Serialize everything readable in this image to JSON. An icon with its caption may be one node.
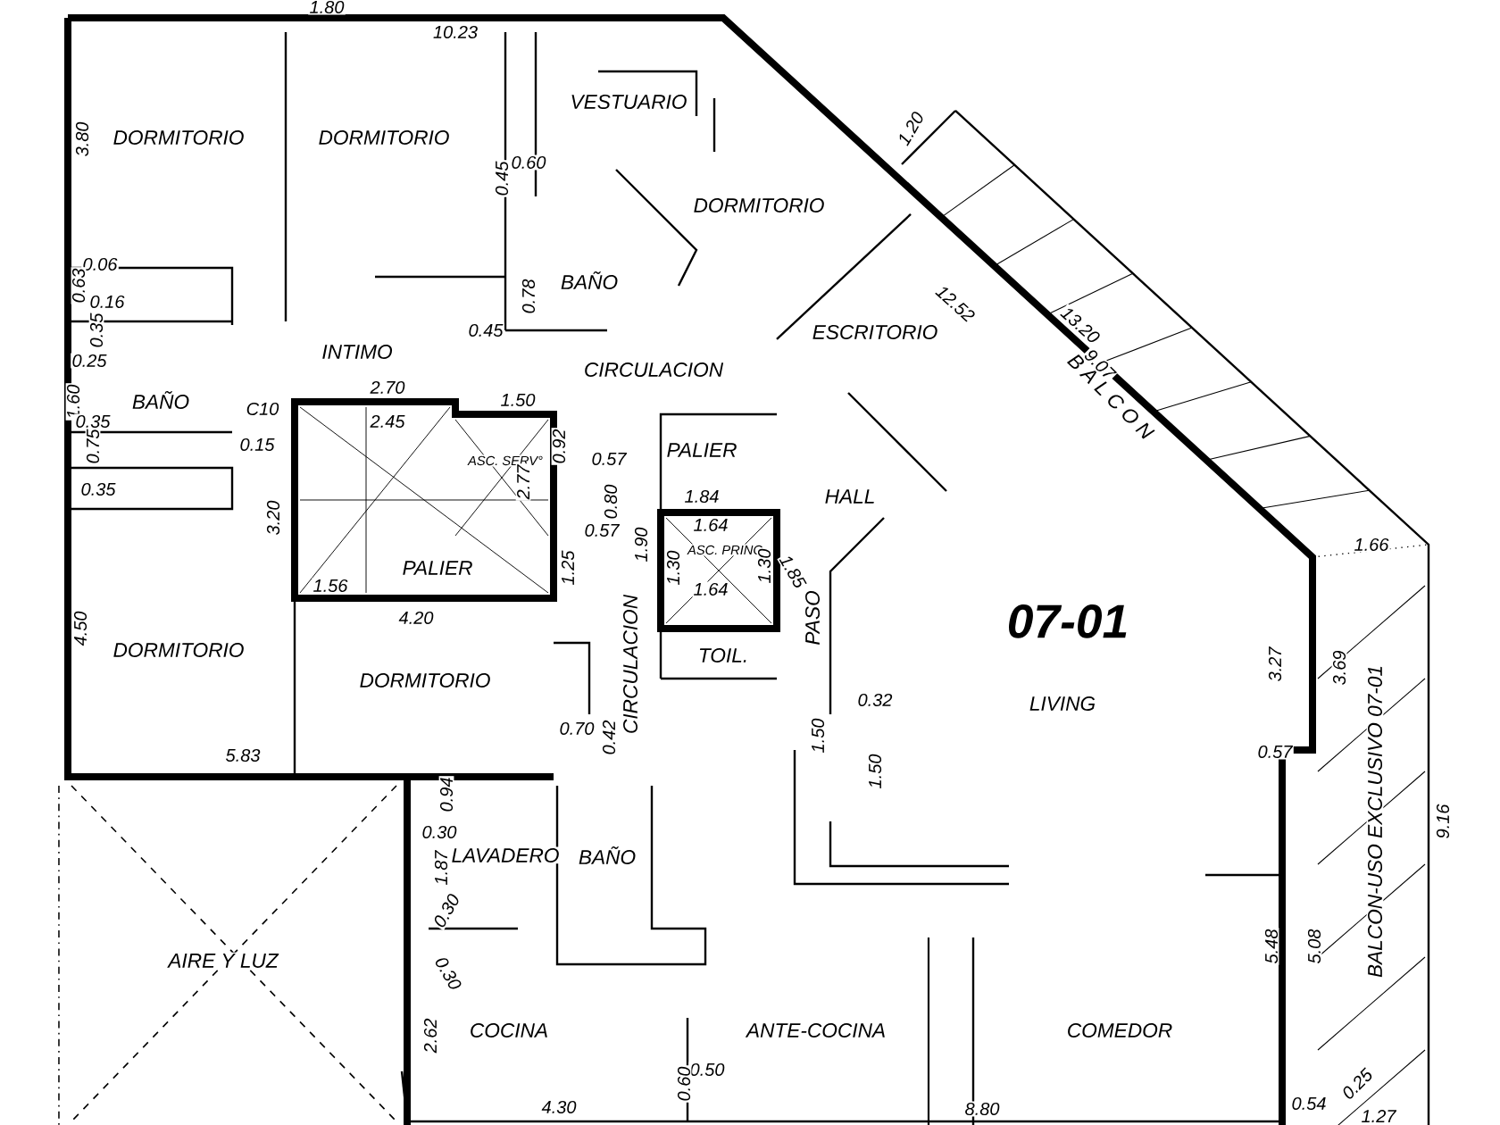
{
  "diagram": {
    "labels": [
      "1.80",
      "10.23",
      "DORMITORIO",
      "DORMITORIO",
      "VESTUARIO",
      "3.80",
      "0.60",
      "0.45",
      "DORMITORIO",
      "1.20",
      "0.06",
      "0.16",
      "0.63",
      "BAÑO",
      "0.35",
      "0.78",
      "0.45",
      "12.52",
      "13.20",
      "0.25",
      "INTIMO",
      "ESCRITORIO",
      "CIRCULACION",
      "B A L C O N",
      "9.07",
      "1.60",
      "BAÑO",
      "2.70",
      "1.50",
      "C10",
      "2.45",
      "0.15",
      "0.35",
      "0.75",
      "0.35",
      "ASC. SERV°",
      "0.92",
      "0.57",
      "0.80",
      "0.57",
      "2.77",
      "3.20",
      "PALIER",
      "1.84",
      "HALL",
      "1.64",
      "ASC. PRINC",
      "1.90",
      "1.30",
      "1.30",
      "1.64",
      "1.85",
      "PALIER",
      "1.56",
      "4.20",
      "1.25",
      "1.66",
      "07-01",
      "CIRCULACION",
      "TOIL.",
      "PASO",
      "4.50",
      "DORMITORIO",
      "DORMITORIO",
      "0.70",
      "0.42",
      "1.50",
      "0.32",
      "1.50",
      "LIVING",
      "3.27",
      "3.69",
      "5.83",
      "0.57",
      "BALCON-USO EXCLUSIVO 07-01",
      "9.16",
      "0.94",
      "0.30",
      "LAVADERO",
      "BAÑO",
      "1.87",
      "0.30",
      "0.30",
      "AIRE Y LUZ",
      "5.48",
      "5.08",
      "2.62",
      "COCINA",
      "ANTE-COCINA",
      "COMEDOR",
      "0.50",
      "0.60",
      "4.30",
      "8.80",
      "0.54",
      "0.25",
      "1.27"
    ]
  }
}
